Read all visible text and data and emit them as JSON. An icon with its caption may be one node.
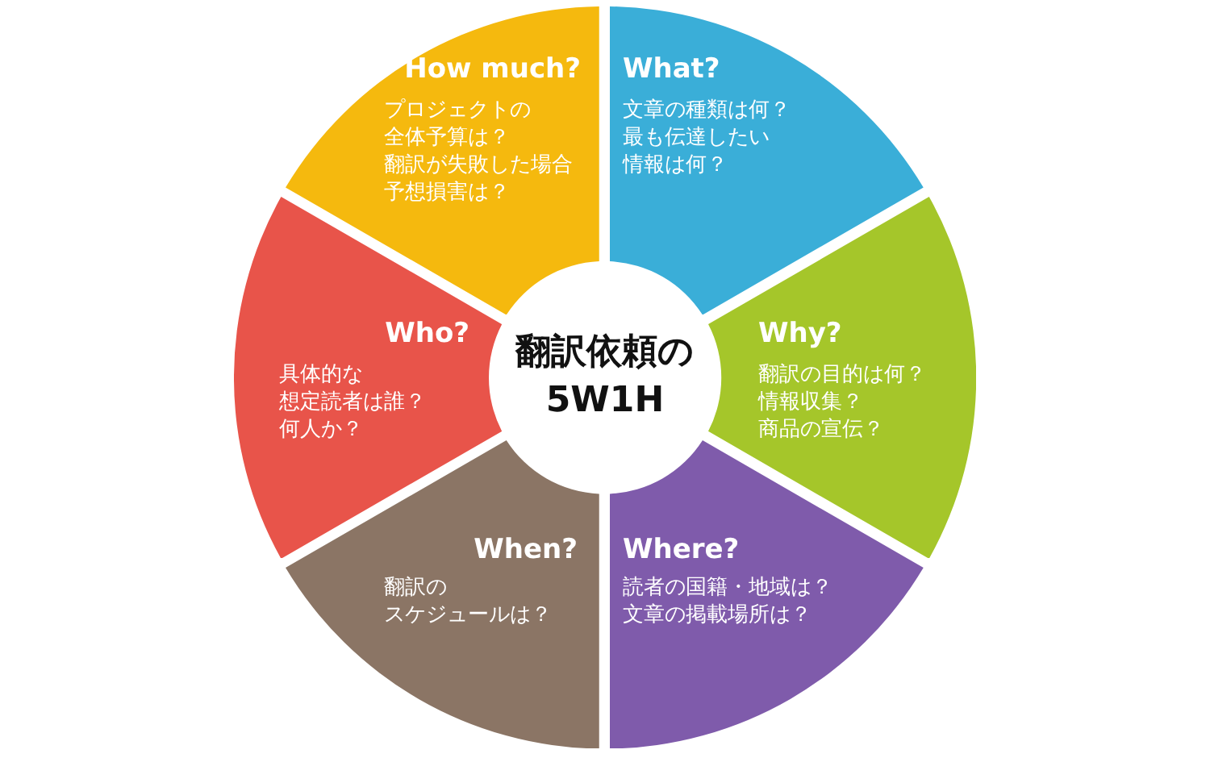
{
  "diagram": {
    "nodes": [
      {
        "text": [
          "How much?",
          "プロジェクトの全体予算は？翻訳が失敗した場合予想損害は？"
        ]
      },
      {
        "text": [
          "What?",
          "文章の種類は何？最も伝達したい情報は何？"
        ]
      },
      {
        "text": [
          "Who?",
          "具体的な想定読者は誰？何人か？"
        ]
      },
      {
        "text": [
          "翻訳依頼の5W1H"
        ]
      },
      {
        "text": [
          "Why?",
          "翻訳の目的は何？情報収集？商品の宣伝？"
        ]
      },
      {
        "text": [
          "When?",
          "翻訳のスケジュールは？"
        ]
      },
      {
        "text": [
          "Where?",
          "読者の国籍・地域は？文章の掲載場所は？"
        ]
      }
    ],
    "edges": []
  }
}
